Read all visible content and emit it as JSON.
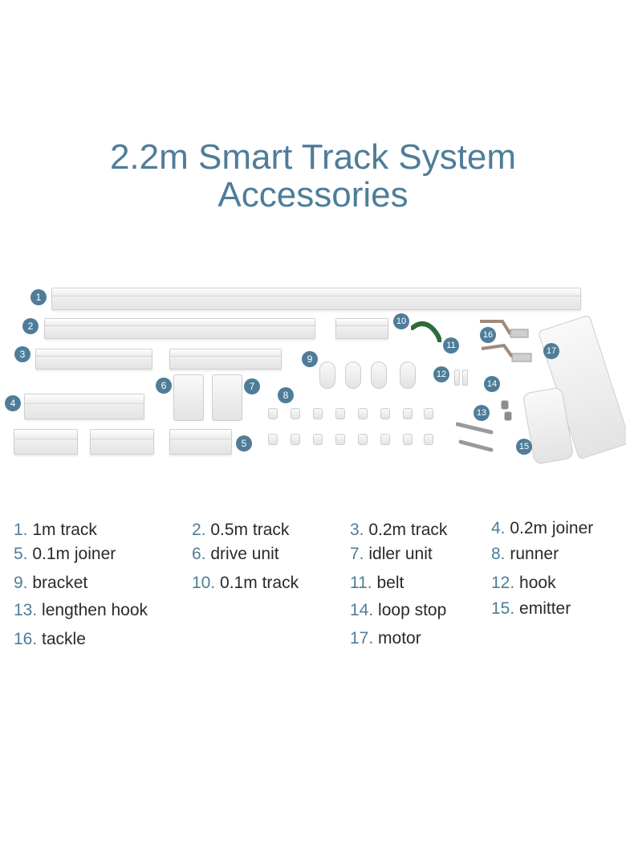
{
  "title": {
    "line1": "2.2m Smart Track System",
    "line2": "Accessories"
  },
  "badges": [
    "1",
    "2",
    "3",
    "4",
    "5",
    "6",
    "7",
    "8",
    "9",
    "10",
    "11",
    "12",
    "13",
    "14",
    "15",
    "16",
    "17"
  ],
  "legend": [
    {
      "num": "1.",
      "label": "1m track"
    },
    {
      "num": "2.",
      "label": "0.5m track"
    },
    {
      "num": "3.",
      "label": "0.2m track"
    },
    {
      "num": "4.",
      "label": "0.2m joiner"
    },
    {
      "num": "5.",
      "label": "0.1m joiner"
    },
    {
      "num": "6.",
      "label": "drive unit"
    },
    {
      "num": "7.",
      "label": "idler unit"
    },
    {
      "num": "8.",
      "label": "runner"
    },
    {
      "num": "9.",
      "label": "bracket"
    },
    {
      "num": "10.",
      "label": "0.1m track"
    },
    {
      "num": "11.",
      "label": "belt"
    },
    {
      "num": "12.",
      "label": "hook"
    },
    {
      "num": "13.",
      "label": "lengthen hook"
    },
    {
      "num": "14.",
      "label": "loop stop"
    },
    {
      "num": "15.",
      "label": "emitter"
    },
    {
      "num": "16.",
      "label": "tackle"
    },
    {
      "num": "17.",
      "label": "motor"
    }
  ],
  "colors": {
    "accent": "#4f7d99",
    "text": "#2a2a2a",
    "belt": "#2e6b3a"
  }
}
